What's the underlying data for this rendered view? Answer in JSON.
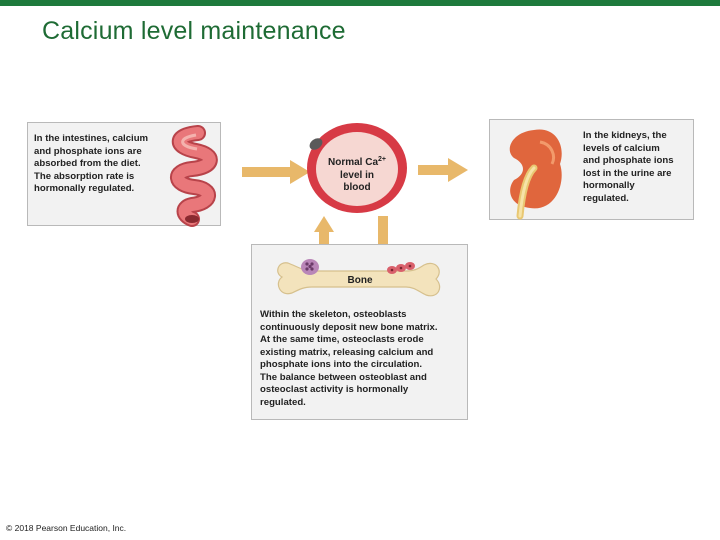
{
  "slide": {
    "title": "Calcium level maintenance",
    "footer": "© 2018 Pearson Education, Inc."
  },
  "diagram": {
    "blood": {
      "label_line1_main": "Normal Ca",
      "label_line1_sup": "2+",
      "label_line2": "level in",
      "label_line3": "blood"
    },
    "intestine_box": {
      "text": "In the intestines, calcium\nand phosphate ions are\nabsorbed from the diet.\nThe absorption rate is\nhormonally regulated."
    },
    "kidney_box": {
      "text": "In the kidneys, the\nlevels of calcium\nand phosphate ions\nlost in the urine are\nhormonally\nregulated."
    },
    "bone_box": {
      "bone_label": "Bone",
      "text": "Within the skeleton, osteoblasts\ncontinuously deposit new bone matrix.\nAt the same time, osteoclasts erode\nexisting matrix, releasing calcium and\nphosphate ions into the circulation.\nThe balance between osteoblast and\nosteoclast activity is hormonally\nregulated."
    }
  },
  "colors": {
    "title": "#1e6b34",
    "top_bar": "#1e7a3c",
    "arrow": "#e8b86a",
    "vessel_wall": "#d73a45",
    "vessel_inner": "#f6d7d2",
    "bone": "#f3e3bc",
    "kidney": "#e0663d",
    "intestine": "#e9777a"
  }
}
